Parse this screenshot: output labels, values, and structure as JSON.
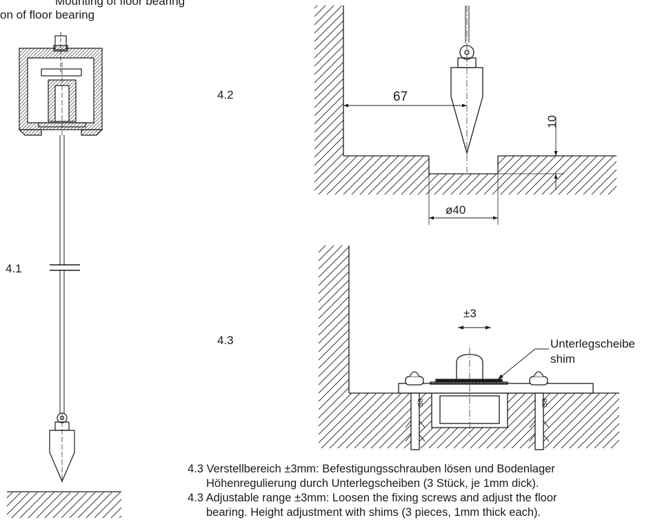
{
  "header": {
    "line1": "Mounting of floor bearing",
    "line2": "on of floor bearing"
  },
  "figures": {
    "fig_4_1": {
      "label": "4.1"
    },
    "fig_4_2": {
      "label": "4.2",
      "dim_horizontal": "67",
      "dim_vertical": "10",
      "dim_diameter": "ø40"
    },
    "fig_4_3": {
      "label": "4.3",
      "dim_range": "±3",
      "callout_de": "Unterlegscheibe",
      "callout_en": "shim",
      "dowel_text": "S8"
    }
  },
  "notes": {
    "de_line1": "4.3 Verstellbereich ±3mm: Befestigungsschrauben lösen und Bodenlager",
    "de_line2": "Höhenregulierung durch Unterlegscheiben (3 Stück, je 1mm dick).",
    "en_line1": "4.3 Adjustable range ±3mm: Loosen the fixing screws and adjust the floor",
    "en_line2": "bearing. Height adjustment with shims (3 pieces, 1mm thick each)."
  },
  "colors": {
    "line": "#1a1a1a",
    "background": "#ffffff"
  }
}
